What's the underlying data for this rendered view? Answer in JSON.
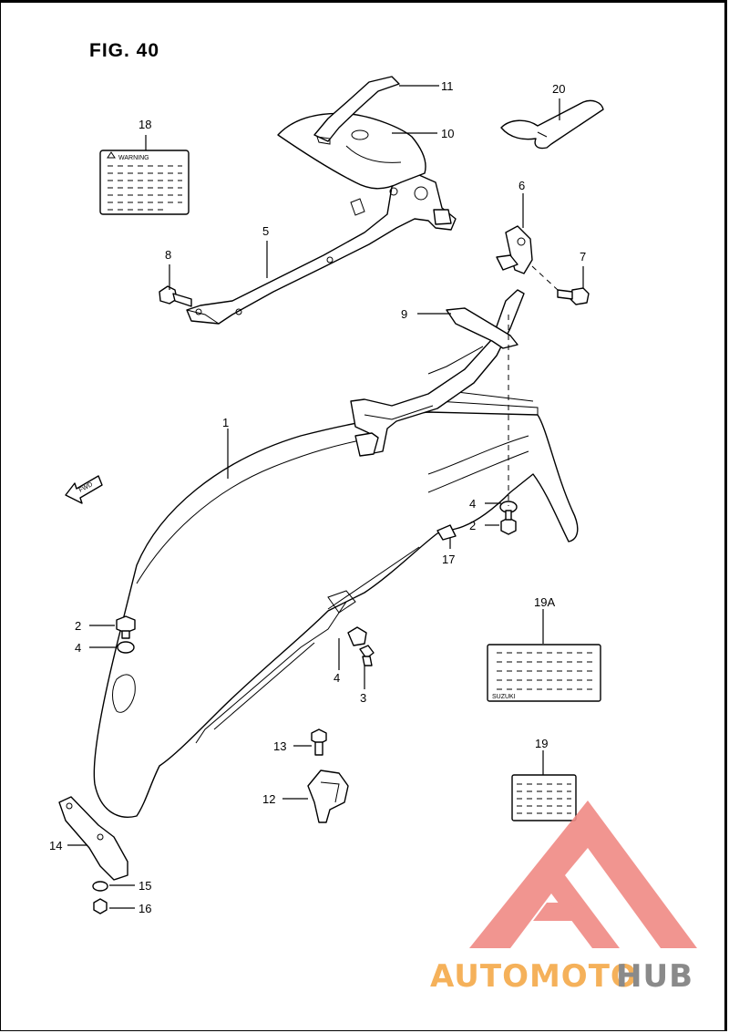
{
  "figure": {
    "title": "FIG. 40"
  },
  "callouts": [
    {
      "id": "c1",
      "text": "1"
    },
    {
      "id": "c2a",
      "text": "2"
    },
    {
      "id": "c2b",
      "text": "2"
    },
    {
      "id": "c3",
      "text": "3"
    },
    {
      "id": "c4a",
      "text": "4"
    },
    {
      "id": "c4b",
      "text": "4"
    },
    {
      "id": "c4c",
      "text": "4"
    },
    {
      "id": "c5",
      "text": "5"
    },
    {
      "id": "c6",
      "text": "6"
    },
    {
      "id": "c7",
      "text": "7"
    },
    {
      "id": "c8",
      "text": "8"
    },
    {
      "id": "c9",
      "text": "9"
    },
    {
      "id": "c10",
      "text": "10"
    },
    {
      "id": "c11",
      "text": "11"
    },
    {
      "id": "c12",
      "text": "12"
    },
    {
      "id": "c13",
      "text": "13"
    },
    {
      "id": "c14",
      "text": "14"
    },
    {
      "id": "c15",
      "text": "15"
    },
    {
      "id": "c16",
      "text": "16"
    },
    {
      "id": "c17",
      "text": "17"
    },
    {
      "id": "c18",
      "text": "18"
    },
    {
      "id": "c19",
      "text": "19"
    },
    {
      "id": "c19a",
      "text": "19A"
    },
    {
      "id": "c20",
      "text": "20"
    }
  ],
  "labels": {
    "warning": "WARNING",
    "brand": "SUZUKI",
    "fwd": "FWD"
  },
  "watermark": {
    "part1": "AUTOMOTO",
    "part2": "HUB",
    "color1": "#f5b15a",
    "color2": "#8a8a8a",
    "logo_color": "#f08a84"
  }
}
